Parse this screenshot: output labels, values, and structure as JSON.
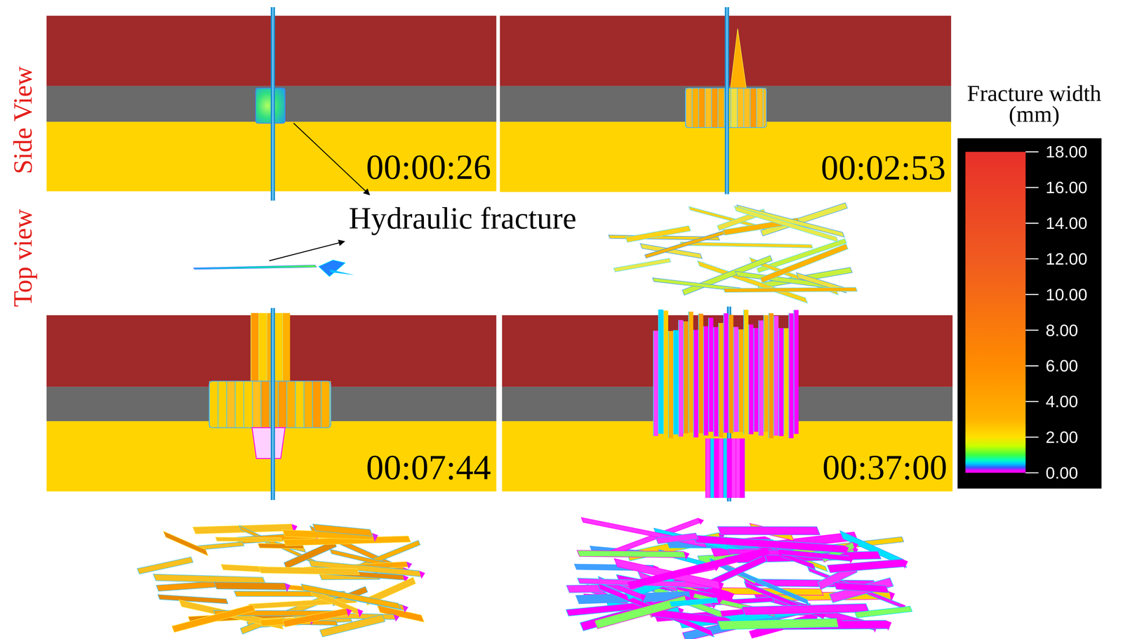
{
  "diagram": {
    "nodes": [
      {
        "text": [
          "00:00:26"
        ]
      },
      {
        "text": [
          "00:02:53"
        ]
      },
      {
        "text": [
          "00:07:44"
        ]
      },
      {
        "text": [
          "00:37:00"
        ]
      }
    ],
    "labels": [
      "Side View",
      "Top view",
      "Hydraulic fracture",
      "Fracture width (mm)",
      "18.00",
      "16.00",
      "14.00",
      "12.00",
      "10.00",
      "8.00",
      "6.00",
      "4.00",
      "2.00",
      "0.00"
    ]
  }
}
